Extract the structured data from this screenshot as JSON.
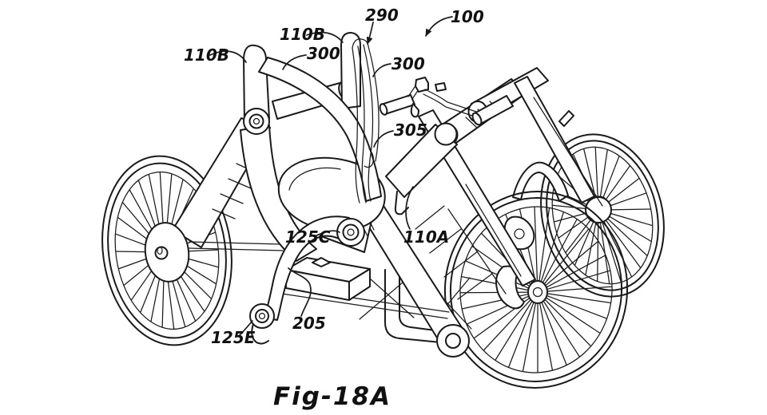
{
  "figure": {
    "caption": "Fig-18A"
  },
  "reference_labels": {
    "ref_110B_left": "110B",
    "ref_110B_top": "110B",
    "ref_290": "290",
    "ref_100": "100",
    "ref_300_left": "300",
    "ref_300_right": "300",
    "ref_305": "305",
    "ref_110A": "110A",
    "ref_125C": "125C",
    "ref_205": "205",
    "ref_125E": "125E"
  },
  "colors": {
    "background": "#ffffff",
    "line_ink": "#1a1a1a"
  }
}
